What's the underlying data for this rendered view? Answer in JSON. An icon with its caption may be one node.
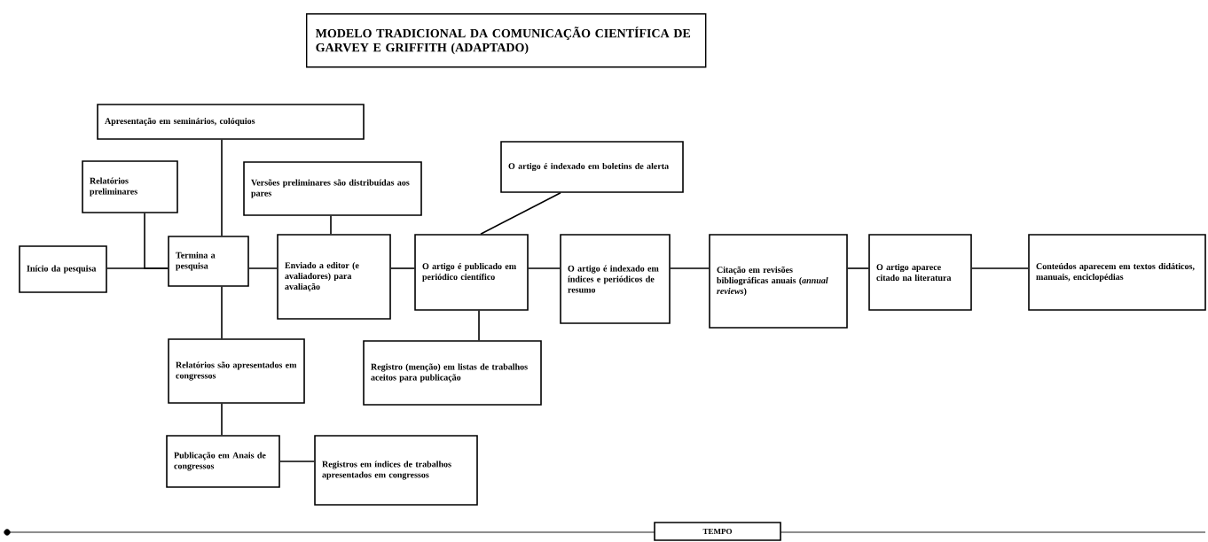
{
  "diagram": {
    "title": "MODELO TRADICIONAL DA COMUNICAÇÃO CIENTÍFICA DE GARVEY E GRIFFITH (ADAPTADO)",
    "nodes": [
      {
        "text": [
          "Apresentação em seminários, colóquios"
        ]
      },
      {
        "text": [
          "Relatórios preliminares"
        ]
      },
      {
        "text": [
          "Versões preliminares são distribuídas aos pares"
        ]
      },
      {
        "text": [
          "O artigo é indexado em boletins de alerta"
        ]
      },
      {
        "text": [
          "Início da pesquisa"
        ]
      },
      {
        "text": [
          "Termina a pesquisa"
        ]
      },
      {
        "text": [
          "Enviado a editor (e avaliadores) para avaliação"
        ]
      },
      {
        "text": [
          "O artigo é publicado em periódico científico"
        ]
      },
      {
        "text": [
          "O artigo é indexado em índices e periódicos de resumo"
        ]
      },
      {
        "text": [
          "Citação em revisões bibliográficas anuais (*annual reviews*)"
        ]
      },
      {
        "text": [
          "O artigo aparece citado na literatura"
        ]
      },
      {
        "text": [
          "Conteúdos aparecem em textos didáticos, manuais, enciclopédias"
        ]
      },
      {
        "text": [
          "Relatórios são apresentados em congressos"
        ]
      },
      {
        "text": [
          "Registro (menção) em listas de trabalhos aceitos para publicação"
        ]
      },
      {
        "text": [
          "Publicação em Anais de congressos"
        ]
      },
      {
        "text": [
          "Registros em índices de trabalhos apresentados em congressos"
        ]
      },
      {
        "text": [
          "TEMPO"
        ]
      }
    ],
    "edges": [
      {
        "from": 4,
        "to": 5,
        "arrow": "none"
      },
      {
        "from": 1,
        "to": 5,
        "arrow": "none"
      },
      {
        "from": 0,
        "to": 5,
        "arrow": "none"
      },
      {
        "from": 5,
        "to": 6,
        "arrow": "none"
      },
      {
        "from": 2,
        "to": 6,
        "arrow": "none"
      },
      {
        "from": 6,
        "to": 7,
        "arrow": "none"
      },
      {
        "from": 7,
        "to": 3,
        "arrow": "none"
      },
      {
        "from": 7,
        "to": 13,
        "arrow": "none"
      },
      {
        "from": 7,
        "to": 8,
        "arrow": "none"
      },
      {
        "from": 8,
        "to": 9,
        "arrow": "none"
      },
      {
        "from": 9,
        "to": 10,
        "arrow": "none"
      },
      {
        "from": 10,
        "to": 11,
        "arrow": "none"
      },
      {
        "from": 5,
        "to": 12,
        "arrow": "none"
      },
      {
        "from": 12,
        "to": 14,
        "arrow": "none"
      },
      {
        "from": 14,
        "to": 15,
        "arrow": "none"
      }
    ]
  }
}
